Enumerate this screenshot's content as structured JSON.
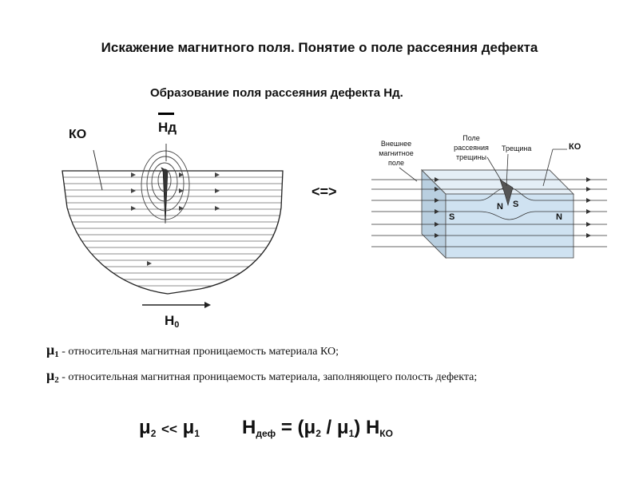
{
  "title": "Искажение магнитного поля. Понятие о поле рассеяния дефекта",
  "subtitle": "Образование поля рассеяния дефекта Нд.",
  "left_figure": {
    "ko_label": "КО",
    "hd_label": "Нд",
    "h0_label": "Н",
    "h0_sub": "0"
  },
  "equiv_label": "<=>",
  "right_figure": {
    "external_field_label": [
      "Внешнее",
      "магнитное",
      "поле"
    ],
    "stray_field_label": [
      "Поле",
      "рассеяния",
      "трещины"
    ],
    "crack_label": "Трещина",
    "ko_label": "КО",
    "s_left": "S",
    "n_pole": "N",
    "s_pole": "S",
    "n_right": "N"
  },
  "definitions": [
    {
      "symbol": "μ",
      "sub": "1",
      "text": "- относительная магнитная проницаемость материала КО;"
    },
    {
      "symbol": "μ",
      "sub": "2",
      "text": "- относительная магнитная проницаемость материала, заполняющего полость дефекта;"
    }
  ],
  "formula": {
    "mu": "μ",
    "sub2": "2",
    "ll": "<<",
    "sub1": "1",
    "h": "Н",
    "def_sub": "деф",
    "eq": "= (",
    "slash": " / ",
    "close": ")",
    "ko_sub": "КО"
  }
}
